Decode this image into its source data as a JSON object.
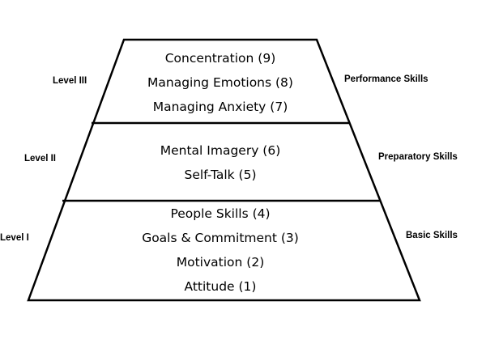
{
  "tiers": [
    {
      "level": "Level III",
      "category": "Performance Skills",
      "items": [
        "Concentration (9)",
        "Managing Emotions (8)",
        "Managing Anxiety (7)"
      ]
    },
    {
      "level": "Level II",
      "category": "Preparatory Skills",
      "items": [
        "Mental Imagery (6)",
        "Self-Talk (5)"
      ]
    },
    {
      "level": "Level I",
      "category": "Basic Skills",
      "items": [
        "People Skills (4)",
        "Goals & Commitment (3)",
        "Motivation (2)",
        "Attitude (1)"
      ]
    }
  ]
}
